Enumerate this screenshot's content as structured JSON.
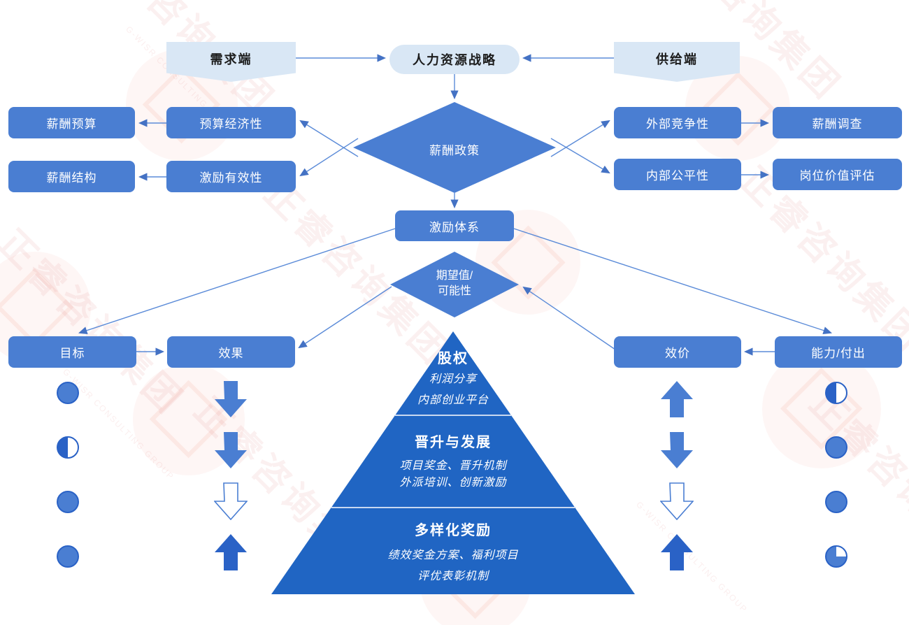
{
  "top": {
    "demand": "需求端",
    "strategy": "人力资源战略",
    "supply": "供给端"
  },
  "policy": {
    "label": "薪酬政策"
  },
  "left": {
    "rows": [
      {
        "outer": "薪酬预算",
        "inner": "预算经济性"
      },
      {
        "outer": "薪酬结构",
        "inner": "激励有效性"
      }
    ]
  },
  "right": {
    "rows": [
      {
        "inner": "外部竞争性",
        "outer": "薪酬调查"
      },
      {
        "inner": "内部公平性",
        "outer": "岗位价值评估"
      }
    ]
  },
  "incentive": {
    "label": "激励体系"
  },
  "expectancy": {
    "line1": "期望值/",
    "line2": "可能性"
  },
  "factors": {
    "goal": "目标",
    "effect": "效果",
    "valence": "效价",
    "ability": "能力/付出"
  },
  "pyramid": {
    "tiers": [
      {
        "title": "股权",
        "line1": "利润分享",
        "line2": "内部创业平台"
      },
      {
        "title": "晋升与发展",
        "line1": "项目奖金、晋升机制",
        "line2": "外派培训、创新激励"
      },
      {
        "title": "多样化奖励",
        "line1": "绩效奖金方案、福利项目",
        "line2": "评优表彰机制"
      }
    ]
  },
  "indicators": {
    "left_circles": [
      "full",
      "half",
      "full",
      "full"
    ],
    "left_arrows": [
      "down",
      "down",
      "down-outline",
      "up-dark"
    ],
    "right_arrows": [
      "up",
      "down",
      "down-outline",
      "up-dark"
    ],
    "right_circles": [
      "half",
      "full",
      "full",
      "three-quarter"
    ]
  },
  "watermark": {
    "brand": "正睿咨询集团",
    "subtext": "G-WISR CONSULTING GROUP"
  },
  "colors": {
    "node_blue": "#4a7ed2",
    "light_blue": "#d9e7f5",
    "pyramid_blue": "#2065c3",
    "dark_blue": "#2a62c6",
    "line_blue": "#5b8bd8",
    "watermark_red": "#d65a5a"
  }
}
